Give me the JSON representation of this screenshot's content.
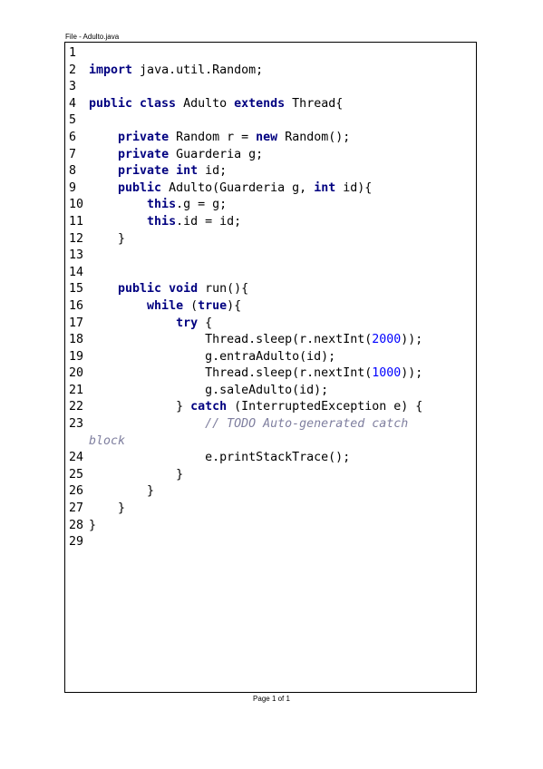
{
  "header": {
    "file_label": "File - Adulto.java"
  },
  "footer": {
    "page_label": "Page 1 of 1"
  },
  "colors": {
    "keyword": "#000080",
    "number": "#0000ff",
    "comment": "#7f7f9f",
    "text": "#000000"
  },
  "code": {
    "lines": [
      {
        "num": "1",
        "tokens": []
      },
      {
        "num": "2",
        "tokens": [
          {
            "t": "import",
            "c": "kw"
          },
          {
            "t": " java.util.Random;"
          }
        ]
      },
      {
        "num": "3",
        "tokens": []
      },
      {
        "num": "4",
        "tokens": [
          {
            "t": "public class",
            "c": "kw"
          },
          {
            "t": " Adulto "
          },
          {
            "t": "extends",
            "c": "kw"
          },
          {
            "t": " Thread{"
          }
        ]
      },
      {
        "num": "5",
        "tokens": []
      },
      {
        "num": "6",
        "tokens": [
          {
            "t": "    "
          },
          {
            "t": "private",
            "c": "kw"
          },
          {
            "t": " Random r = "
          },
          {
            "t": "new",
            "c": "kw"
          },
          {
            "t": " Random();"
          }
        ]
      },
      {
        "num": "7",
        "tokens": [
          {
            "t": "    "
          },
          {
            "t": "private",
            "c": "kw"
          },
          {
            "t": " Guarderia g;"
          }
        ]
      },
      {
        "num": "8",
        "tokens": [
          {
            "t": "    "
          },
          {
            "t": "private int",
            "c": "kw"
          },
          {
            "t": " id;"
          }
        ]
      },
      {
        "num": "9",
        "tokens": [
          {
            "t": "    "
          },
          {
            "t": "public",
            "c": "kw"
          },
          {
            "t": " Adulto(Guarderia g, "
          },
          {
            "t": "int",
            "c": "kw"
          },
          {
            "t": " id){"
          }
        ]
      },
      {
        "num": "10",
        "tokens": [
          {
            "t": "        "
          },
          {
            "t": "this",
            "c": "kw"
          },
          {
            "t": ".g = g;"
          }
        ]
      },
      {
        "num": "11",
        "tokens": [
          {
            "t": "        "
          },
          {
            "t": "this",
            "c": "kw"
          },
          {
            "t": ".id = id;"
          }
        ]
      },
      {
        "num": "12",
        "tokens": [
          {
            "t": "    }"
          }
        ]
      },
      {
        "num": "13",
        "tokens": []
      },
      {
        "num": "14",
        "tokens": []
      },
      {
        "num": "15",
        "tokens": [
          {
            "t": "    "
          },
          {
            "t": "public void",
            "c": "kw"
          },
          {
            "t": " run(){"
          }
        ]
      },
      {
        "num": "16",
        "tokens": [
          {
            "t": "        "
          },
          {
            "t": "while",
            "c": "kw"
          },
          {
            "t": " ("
          },
          {
            "t": "true",
            "c": "kw"
          },
          {
            "t": "){"
          }
        ]
      },
      {
        "num": "17",
        "tokens": [
          {
            "t": "            "
          },
          {
            "t": "try",
            "c": "kw"
          },
          {
            "t": " {"
          }
        ]
      },
      {
        "num": "18",
        "tokens": [
          {
            "t": "                Thread.sleep(r.nextInt("
          },
          {
            "t": "2000",
            "c": "num"
          },
          {
            "t": "));"
          }
        ]
      },
      {
        "num": "19",
        "tokens": [
          {
            "t": "                g.entraAdulto(id);"
          }
        ]
      },
      {
        "num": "20",
        "tokens": [
          {
            "t": "                Thread.sleep(r.nextInt("
          },
          {
            "t": "1000",
            "c": "num"
          },
          {
            "t": "));"
          }
        ]
      },
      {
        "num": "21",
        "tokens": [
          {
            "t": "                g.saleAdulto(id);"
          }
        ]
      },
      {
        "num": "22",
        "tokens": [
          {
            "t": "            } "
          },
          {
            "t": "catch",
            "c": "kw"
          },
          {
            "t": " (InterruptedException e) {"
          }
        ]
      },
      {
        "num": "23",
        "tokens": [
          {
            "t": "                "
          },
          {
            "t": "// TODO Auto-generated catch",
            "c": "cmt"
          }
        ],
        "wrap": "block"
      },
      {
        "num": "24",
        "tokens": [
          {
            "t": "                e.printStackTrace();"
          }
        ]
      },
      {
        "num": "25",
        "tokens": [
          {
            "t": "            }"
          }
        ]
      },
      {
        "num": "26",
        "tokens": [
          {
            "t": "        }"
          }
        ]
      },
      {
        "num": "27",
        "tokens": [
          {
            "t": "    }"
          }
        ]
      },
      {
        "num": "28",
        "tokens": [
          {
            "t": "}"
          }
        ]
      },
      {
        "num": "29",
        "tokens": []
      }
    ]
  }
}
